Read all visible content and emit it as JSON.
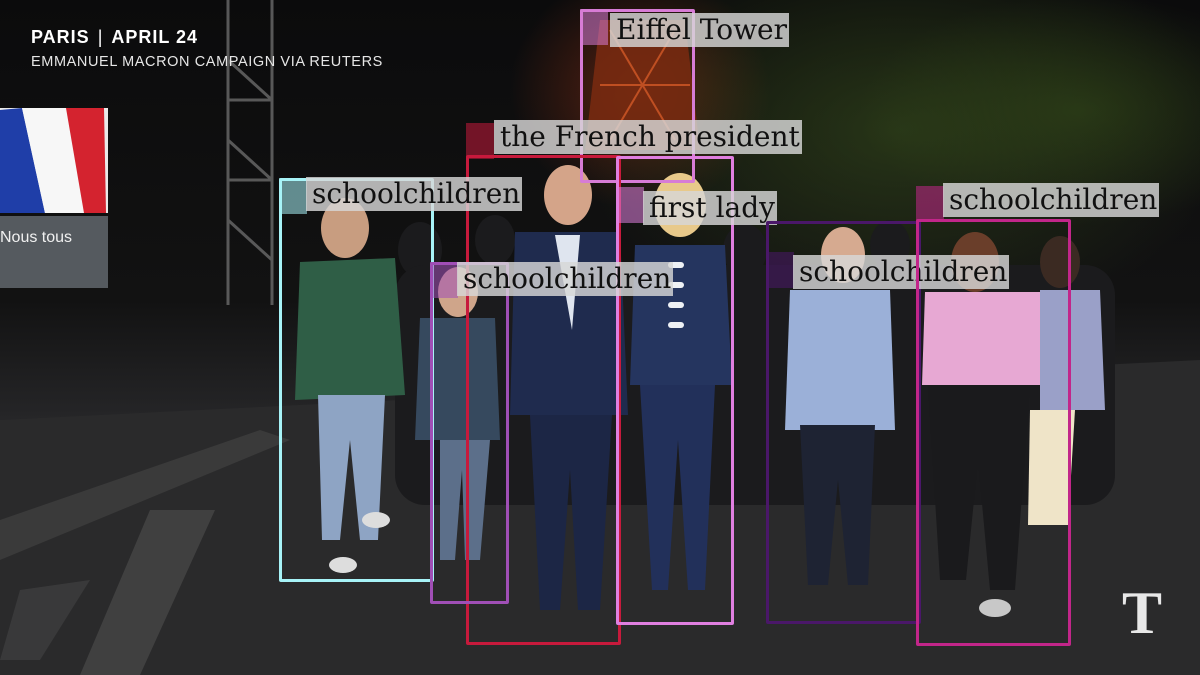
{
  "header": {
    "city": "PARIS",
    "separator": "|",
    "date": "APRIL 24",
    "credit": "EMMANUEL MACRON CAMPAIGN VIA REUTERS"
  },
  "background": {
    "screen_text": "Nous tous"
  },
  "annotations": [
    {
      "label": "Eiffel Tower",
      "color": "#d77cd6"
    },
    {
      "label": "the French president",
      "color": "#c71a3c"
    },
    {
      "label": "schoolchildren",
      "color": "#a7f3f7"
    },
    {
      "label": "first lady",
      "color": "#e07fe0"
    },
    {
      "label": "schoolchildren",
      "color": "#a04fb6"
    },
    {
      "label": "schoolchildren",
      "color": "#4a1769"
    },
    {
      "label": "schoolchildren",
      "color": "#c2268a"
    }
  ],
  "logo": {
    "name": "nyt-logo",
    "glyph": "T"
  }
}
